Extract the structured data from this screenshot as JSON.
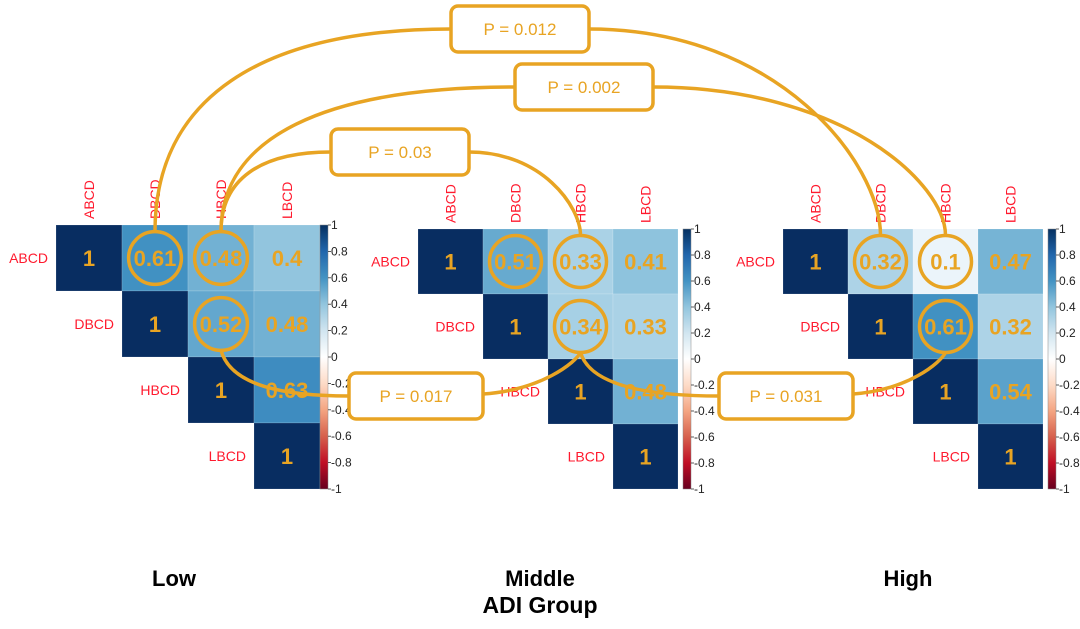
{
  "chart_data": {
    "type": "heatmap",
    "title": "",
    "xlabel": "ADI Group",
    "variables": [
      "ABCD",
      "DBCD",
      "HBCD",
      "LBCD"
    ],
    "color_scale": {
      "range": [
        -1,
        1
      ],
      "ticks": [
        "1",
        "0.8",
        "0.6",
        "0.4",
        "0.2",
        "0",
        "-0.2",
        "-0.4",
        "-0.6",
        "-0.8",
        "-1"
      ],
      "negative_color": "#67001f",
      "zero_color": "#ffffff",
      "positive_color": "#053061"
    },
    "panels": [
      {
        "group": "Low",
        "matrix": [
          [
            "1",
            "0.61",
            "0.48",
            "0.4"
          ],
          [
            null,
            "1",
            "0.52",
            "0.48"
          ],
          [
            null,
            null,
            "1",
            "0.63"
          ],
          [
            null,
            null,
            null,
            "1"
          ]
        ],
        "circled": [
          [
            0,
            1
          ],
          [
            0,
            2
          ],
          [
            1,
            2
          ]
        ]
      },
      {
        "group": "Middle",
        "matrix": [
          [
            "1",
            "0.51",
            "0.33",
            "0.41"
          ],
          [
            null,
            "1",
            "0.34",
            "0.33"
          ],
          [
            null,
            null,
            "1",
            "0.48"
          ],
          [
            null,
            null,
            null,
            "1"
          ]
        ],
        "circled": [
          [
            0,
            1
          ],
          [
            0,
            2
          ],
          [
            1,
            2
          ]
        ]
      },
      {
        "group": "High",
        "matrix": [
          [
            "1",
            "0.32",
            "0.1",
            "0.47"
          ],
          [
            null,
            "1",
            "0.61",
            "0.32"
          ],
          [
            null,
            null,
            "1",
            "0.54"
          ],
          [
            null,
            null,
            null,
            "1"
          ]
        ],
        "circled": [
          [
            0,
            1
          ],
          [
            0,
            2
          ],
          [
            1,
            2
          ]
        ]
      }
    ],
    "comparisons": [
      {
        "label": "P = 0.012",
        "from": {
          "panel": 0,
          "cell": [
            0,
            1
          ]
        },
        "to": {
          "panel": 2,
          "cell": [
            0,
            1
          ]
        }
      },
      {
        "label": "P = 0.002",
        "from": {
          "panel": 0,
          "cell": [
            0,
            2
          ]
        },
        "to": {
          "panel": 2,
          "cell": [
            0,
            2
          ]
        }
      },
      {
        "label": "P = 0.03",
        "from": {
          "panel": 0,
          "cell": [
            0,
            2
          ]
        },
        "to": {
          "panel": 1,
          "cell": [
            0,
            2
          ]
        }
      },
      {
        "label": "P = 0.017",
        "from": {
          "panel": 0,
          "cell": [
            1,
            2
          ]
        },
        "to": {
          "panel": 1,
          "cell": [
            1,
            2
          ]
        }
      },
      {
        "label": "P = 0.031",
        "from": {
          "panel": 1,
          "cell": [
            1,
            2
          ]
        },
        "to": {
          "panel": 2,
          "cell": [
            1,
            2
          ]
        }
      }
    ],
    "annotation_color": "#e8a423",
    "label_color": "#ff1a2e"
  }
}
